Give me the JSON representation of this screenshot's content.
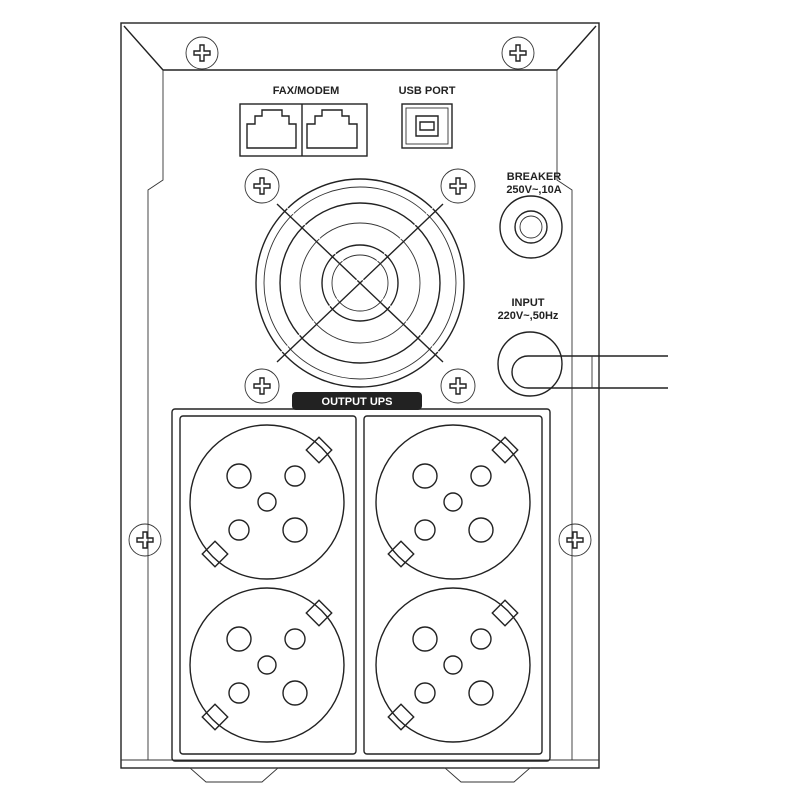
{
  "labels": {
    "fax_modem": "FAX/MODEM",
    "usb_port": "USB PORT",
    "breaker_line1": "BREAKER",
    "breaker_line2": "250V~,10A",
    "input_line1": "INPUT",
    "input_line2": "220V~,50Hz",
    "output": "OUTPUT UPS"
  },
  "sockets": [
    {
      "name": "output-socket-top-left"
    },
    {
      "name": "output-socket-top-right"
    },
    {
      "name": "output-socket-bottom-left"
    },
    {
      "name": "output-socket-bottom-right"
    }
  ],
  "colors": {
    "line": "#222222",
    "background": "#ffffff"
  }
}
